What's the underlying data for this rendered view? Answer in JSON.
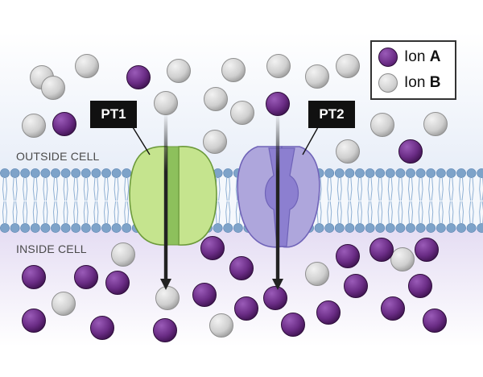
{
  "labels": {
    "outside": "OUTSIDE CELL",
    "inside": "INSIDE CELL"
  },
  "transporters": [
    {
      "name": "PT1",
      "color": "#c5e48e"
    },
    {
      "name": "PT2",
      "color": "#aea6dc"
    }
  ],
  "legend": [
    {
      "prefix": "Ion ",
      "name": "A",
      "color": "#6b2d86"
    },
    {
      "prefix": "Ion ",
      "name": "B",
      "color": "#cfcfcf"
    }
  ],
  "colors": {
    "outside_bg": "#eef3fa",
    "inside_bg": "#ede7f6",
    "lipid_head": "#7ea3c9",
    "ion_a": "#6b2d86",
    "ion_b": "#d2d2d2"
  }
}
